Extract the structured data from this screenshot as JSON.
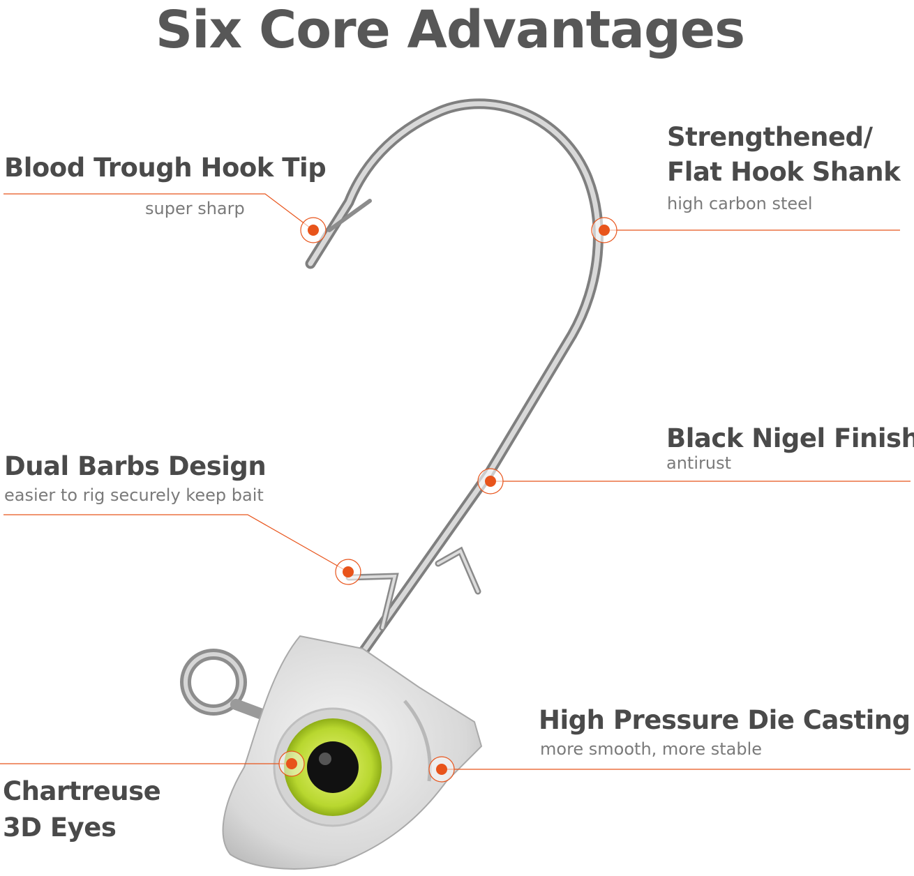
{
  "title": "Six Core Advantages",
  "accent_color": "#e8541b",
  "features": {
    "hook_tip": {
      "title": "Blood Trough Hook Tip",
      "subtitle": "super sharp"
    },
    "shank": {
      "title_line1": "Strengthened/",
      "title_line2": "Flat Hook Shank",
      "subtitle": "high carbon steel"
    },
    "finish": {
      "title": "Black Nigel Finish",
      "subtitle": "antirust"
    },
    "barbs": {
      "title": "Dual Barbs Design",
      "subtitle": "easier to rig securely keep bait"
    },
    "casting": {
      "title": "High Pressure Die Casting",
      "subtitle": "more smooth, more stable"
    },
    "eyes": {
      "title_line1": "Chartreuse",
      "title_line2": "3D Eyes"
    }
  }
}
